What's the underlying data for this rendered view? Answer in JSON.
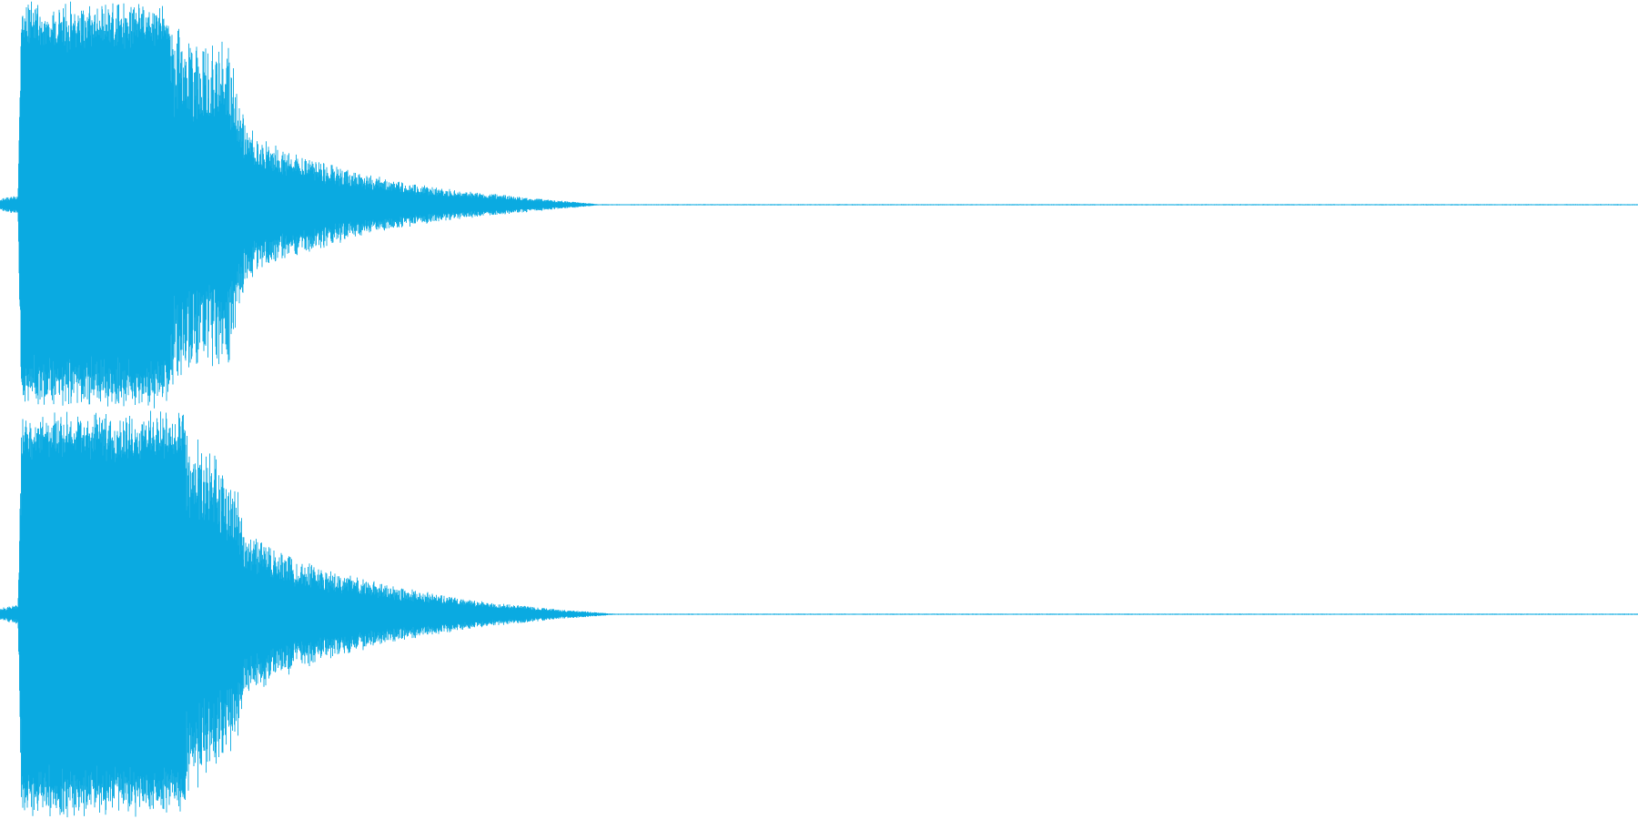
{
  "waveform": {
    "color": "#0aaae1",
    "background": "#ffffff",
    "channel_count": 2,
    "channels": [
      {
        "id": "channel-1",
        "envelope": [
          {
            "t": 0.0,
            "amp": 0.03
          },
          {
            "t": 0.011,
            "amp": 0.05
          },
          {
            "t": 0.013,
            "amp": 0.97
          },
          {
            "t": 0.03,
            "amp": 1.0
          },
          {
            "t": 0.06,
            "amp": 1.0
          },
          {
            "t": 0.09,
            "amp": 0.98
          },
          {
            "t": 0.1,
            "amp": 0.92
          },
          {
            "t": 0.12,
            "amp": 0.82
          },
          {
            "t": 0.14,
            "amp": 0.8
          },
          {
            "t": 0.15,
            "amp": 0.4
          },
          {
            "t": 0.165,
            "amp": 0.3
          },
          {
            "t": 0.185,
            "amp": 0.24
          },
          {
            "t": 0.21,
            "amp": 0.18
          },
          {
            "t": 0.24,
            "amp": 0.12
          },
          {
            "t": 0.28,
            "amp": 0.07
          },
          {
            "t": 0.33,
            "amp": 0.03
          },
          {
            "t": 0.36,
            "amp": 0.008
          },
          {
            "t": 0.365,
            "amp": 0.003
          },
          {
            "t": 1.0,
            "amp": 0.003
          }
        ]
      },
      {
        "id": "channel-2",
        "envelope": [
          {
            "t": 0.0,
            "amp": 0.03
          },
          {
            "t": 0.011,
            "amp": 0.05
          },
          {
            "t": 0.013,
            "amp": 0.97
          },
          {
            "t": 0.03,
            "amp": 1.0
          },
          {
            "t": 0.06,
            "amp": 1.0
          },
          {
            "t": 0.09,
            "amp": 0.98
          },
          {
            "t": 0.11,
            "amp": 0.92
          },
          {
            "t": 0.13,
            "amp": 0.8
          },
          {
            "t": 0.145,
            "amp": 0.62
          },
          {
            "t": 0.15,
            "amp": 0.4
          },
          {
            "t": 0.175,
            "amp": 0.3
          },
          {
            "t": 0.2,
            "amp": 0.22
          },
          {
            "t": 0.24,
            "amp": 0.14
          },
          {
            "t": 0.29,
            "amp": 0.07
          },
          {
            "t": 0.34,
            "amp": 0.025
          },
          {
            "t": 0.37,
            "amp": 0.006
          },
          {
            "t": 0.375,
            "amp": 0.003
          },
          {
            "t": 1.0,
            "amp": 0.003
          }
        ]
      }
    ]
  }
}
